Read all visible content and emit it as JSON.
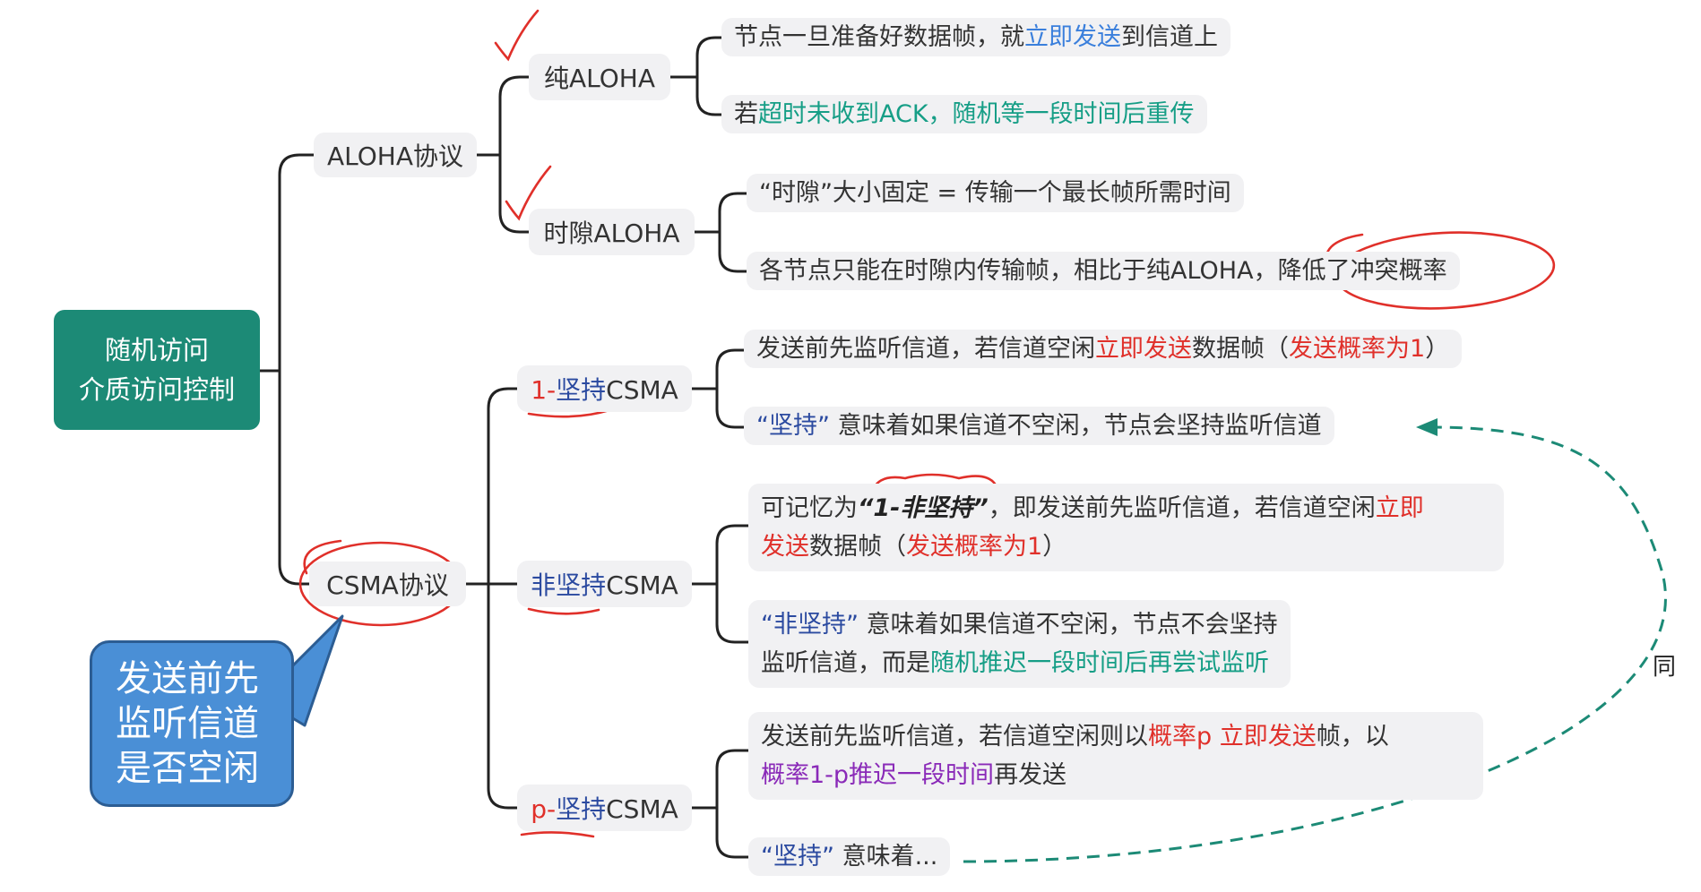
{
  "root": {
    "line1": "随机访问",
    "line2": "介质访问控制"
  },
  "callout": {
    "line1": "发送前先",
    "line2": "监听信道",
    "line3": "是否空闲"
  },
  "aloha": {
    "label": "ALOHA协议",
    "pure": {
      "label": "纯ALOHA",
      "d1": {
        "a": "节点一旦准备好数据帧，就",
        "b": "立即发送",
        "c": "到信道上"
      },
      "d2": {
        "a": "若",
        "b": "超时未收到ACK，随机等一段时间后重传"
      }
    },
    "slotted": {
      "label": "时隙ALOHA",
      "d1": {
        "a": "“时隙”大小固定 = 传输一个最长帧所需时间"
      },
      "d2": {
        "a": "各节点只能在时隙内传输帧，相比于纯ALOHA，",
        "b": "降低了冲突概率"
      }
    }
  },
  "csma": {
    "label": "CSMA协议",
    "one": {
      "label_a": "1-",
      "label_b": "坚持",
      "label_c": "CSMA",
      "d1": {
        "a": "发送前先监听信道，若信道空闲",
        "b": "立即发送",
        "c": "数据帧（",
        "d": "发送概率为1",
        "e": "）"
      },
      "d2": {
        "a": "“坚持”",
        "b": " 意味着如果信道不空闲，节点会坚持监听信道"
      }
    },
    "non": {
      "label_a": "非坚持",
      "label_b": "CSMA",
      "d1": {
        "a": "可记忆为",
        "b": "“1-非坚持”",
        "c": "，即发送前先监听信道，若信道空闲",
        "d": "立即",
        "e": "发送",
        "f": "数据帧（",
        "g": "发送概率为1",
        "h": "）"
      },
      "d2": {
        "a": "“非坚持”",
        "b": " 意味着如果信道不空闲，节点不会坚持",
        "c": "监听信道，而是",
        "d": "随机推迟一段时间后再尝试监听"
      }
    },
    "p": {
      "label_a": "p-",
      "label_b": "坚持",
      "label_c": "CSMA",
      "d1": {
        "a": "发送前先监听信道，若信道空闲则以",
        "b": "概率p 立即发送",
        "c": "帧，以",
        "d": "概率1-p推迟一段时间",
        "e": "再发送"
      },
      "d2": {
        "a": "“坚持”",
        "b": " 意味着..."
      }
    }
  },
  "same_label": "同",
  "colors": {
    "root": "#1c8a76",
    "callout": "#4a8fd6",
    "annotation_red": "#e0302a",
    "dashed_arrow": "#1c8a76"
  }
}
